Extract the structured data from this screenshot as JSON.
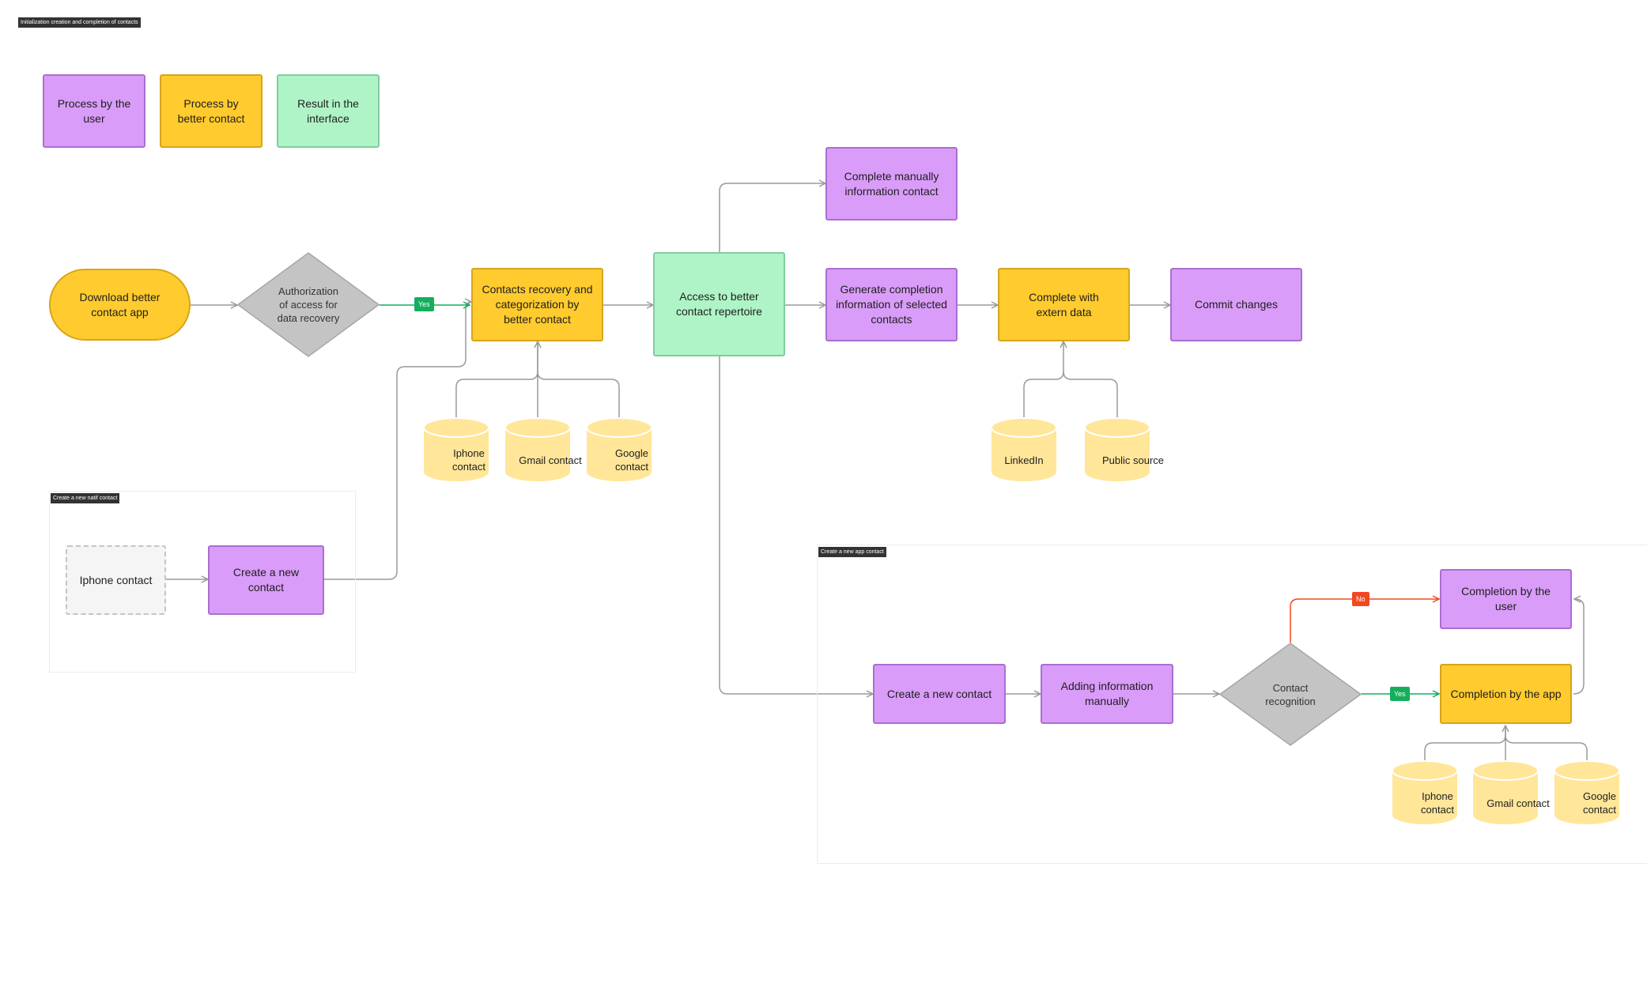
{
  "frame_title": "Initialization creation and completion of contacts",
  "legend": {
    "user": "Process by the user",
    "app": "Process by better contact",
    "result": "Result in the interface"
  },
  "nodes": {
    "download": "Download better contact app",
    "authorization": "Authorization of access for data recovery",
    "recovery": "Contacts recovery and categorization by better contact",
    "repertoire": "Access to better contact repertoire",
    "complete_manually": "Complete manually information contact",
    "generate_completion": "Generate completion information of selected contacts",
    "complete_extern": "Complete with extern data",
    "commit": "Commit changes"
  },
  "sources_top": [
    "Iphone contact",
    "Gmail contact",
    "Google contact"
  ],
  "sources_extern": [
    "LinkedIn",
    "Public source"
  ],
  "native_section": {
    "title": "Create a new natif contact",
    "iphone_contact": "Iphone contact",
    "create_new": "Create a new contact"
  },
  "app_section": {
    "title": "Create a new app contact",
    "create_new": "Create a new contact",
    "adding_manually": "Adding information manually",
    "recognition": "Contact recognition",
    "completion_user": "Completion by the user",
    "completion_app": "Completion by the app",
    "sources": [
      "Iphone contact",
      "Gmail contact",
      "Google contact"
    ]
  },
  "badges": {
    "yes": "Yes",
    "no": "No"
  },
  "colors": {
    "user": "#d99cf8",
    "app": "#ffcb2e",
    "result": "#aff4c6",
    "decision": "#c4c4c4",
    "database": "#ffe699",
    "yes": "#14ae5c",
    "no": "#f24822"
  }
}
